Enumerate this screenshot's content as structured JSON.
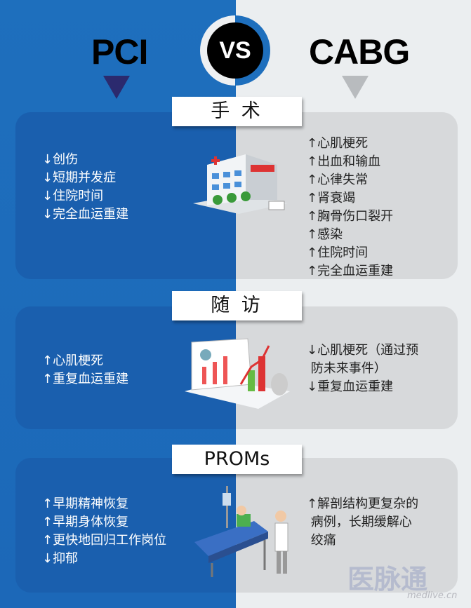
{
  "header": {
    "left": "PCI",
    "vs": "VS",
    "right": "CABG"
  },
  "colors": {
    "pci_blue": "#1e6fbd",
    "panel_blue": "#1a5fae",
    "cabg_gray": "#d7d9db",
    "left_arrow": "#2b2a6e",
    "right_arrow": "#b8bbbe"
  },
  "sections": [
    {
      "title": "手 术",
      "illustration": "hospital-icon",
      "pci": [
        "↓创伤",
        "↓短期并发症",
        "↓住院时间",
        "↓完全血运重建"
      ],
      "cabg": [
        "↑心肌梗死",
        "↑出血和输血",
        "↑心律失常",
        "↑肾衰竭",
        "↑胸骨伤口裂开",
        "↑感染",
        "↑住院时间",
        "↑完全血运重建"
      ]
    },
    {
      "title": "随 访",
      "illustration": "chart-report-icon",
      "pci": [
        "↑心肌梗死",
        "↑重复血运重建"
      ],
      "cabg": [
        "↓心肌梗死（通过预",
        " 防未来事件）",
        "↓重复血运重建"
      ]
    },
    {
      "title": "PROMs",
      "illustration": "patient-bed-icon",
      "pci": [
        "↑早期精神恢复",
        "↑早期身体恢复",
        "↑更快地回归工作岗位",
        "↓抑郁"
      ],
      "cabg": [
        "↑解剖结构更复杂的",
        " 病例，长期缓解心",
        " 绞痛"
      ]
    }
  ],
  "watermark": {
    "logo": "医脉通",
    "url": "medlive.cn"
  }
}
